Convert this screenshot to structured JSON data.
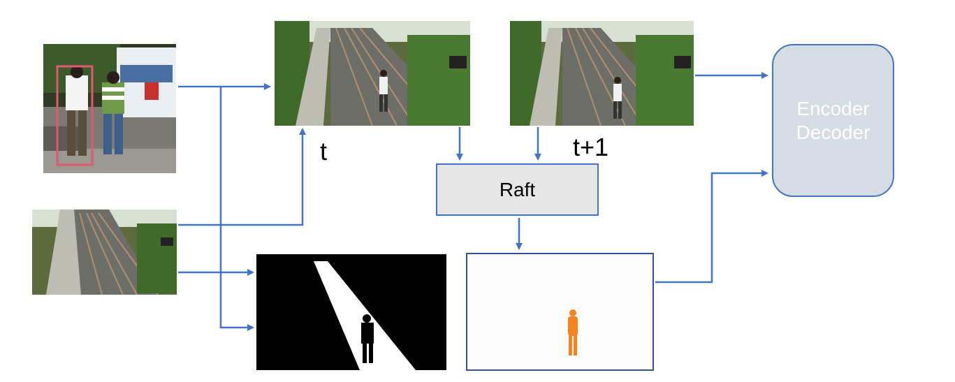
{
  "labels": {
    "t": "t",
    "t_plus_1": "t+1",
    "raft": "Raft",
    "encoder_line1": "Encoder",
    "encoder_line2": "Decoder"
  },
  "colors": {
    "arrow": "#4472c4",
    "raft_fill": "#e6e6e6",
    "encoder_fill": "#d6dce4",
    "bbox": "#e05a6e",
    "flow_person": "#f5841f"
  },
  "images": {
    "reference_person": "photo-two-pedestrians-with-bbox",
    "background_frame": "railway-background-frame",
    "frame_t": "railway-frame-t",
    "frame_t_plus_1": "railway-frame-t-plus-1",
    "mask": "binary-mask",
    "optical_flow": "optical-flow-map"
  }
}
